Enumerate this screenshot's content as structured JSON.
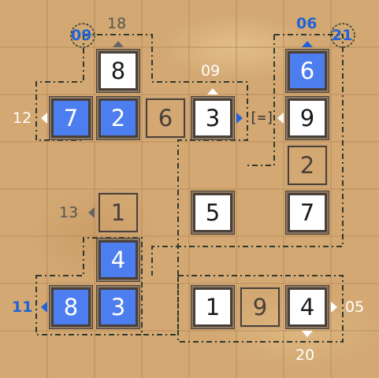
{
  "theme": {
    "tile_white": "#ffffff",
    "tile_blue": "#4d7ef0",
    "clue_blue": "#1f63d8",
    "clue_white": "#ffffff",
    "clue_gray": "#555555",
    "board_wood": "#d3a872"
  },
  "grid": {
    "rows": 8,
    "cols": 8
  },
  "cells": [
    {
      "row": 1,
      "col": 2,
      "value": "8",
      "style": "white"
    },
    {
      "row": 1,
      "col": 6,
      "value": "6",
      "style": "blue"
    },
    {
      "row": 2,
      "col": 1,
      "value": "7",
      "style": "blue"
    },
    {
      "row": 2,
      "col": 2,
      "value": "2",
      "style": "blue"
    },
    {
      "row": 2,
      "col": 3,
      "value": "6",
      "style": "empty"
    },
    {
      "row": 2,
      "col": 4,
      "value": "3",
      "style": "white"
    },
    {
      "row": 2,
      "col": 6,
      "value": "9",
      "style": "white"
    },
    {
      "row": 3,
      "col": 6,
      "value": "2",
      "style": "empty"
    },
    {
      "row": 4,
      "col": 2,
      "value": "1",
      "style": "empty"
    },
    {
      "row": 4,
      "col": 4,
      "value": "5",
      "style": "white"
    },
    {
      "row": 4,
      "col": 6,
      "value": "7",
      "style": "white"
    },
    {
      "row": 5,
      "col": 2,
      "value": "4",
      "style": "blue"
    },
    {
      "row": 6,
      "col": 1,
      "value": "8",
      "style": "blue"
    },
    {
      "row": 6,
      "col": 2,
      "value": "3",
      "style": "blue"
    },
    {
      "row": 6,
      "col": 4,
      "value": "1",
      "style": "white"
    },
    {
      "row": 6,
      "col": 5,
      "value": "9",
      "style": "empty"
    },
    {
      "row": 6,
      "col": 6,
      "value": "4",
      "style": "white"
    }
  ],
  "clues": [
    {
      "text": "18",
      "color": "gray",
      "arrow": "up",
      "arrow_color": "gray"
    },
    {
      "text": "09",
      "color": "blue",
      "circled": true
    },
    {
      "text": "06",
      "color": "blue",
      "arrow": "up",
      "arrow_color": "blue"
    },
    {
      "text": "21",
      "color": "blue",
      "circled": true
    },
    {
      "text": "09",
      "color": "white",
      "arrow": "up",
      "arrow_color": "white"
    },
    {
      "text": "12",
      "color": "white",
      "arrow": "left",
      "arrow_color": "white"
    },
    {
      "text": "13",
      "color": "gray",
      "arrow": "left",
      "arrow_color": "gray"
    },
    {
      "text": "11",
      "color": "blue",
      "arrow": "left",
      "arrow_color": "blue"
    },
    {
      "text": "05",
      "color": "white",
      "arrow": "right",
      "arrow_color": "white"
    },
    {
      "text": "20",
      "color": "white",
      "arrow": "down",
      "arrow_color": "white"
    }
  ],
  "operator_label": "[=]"
}
